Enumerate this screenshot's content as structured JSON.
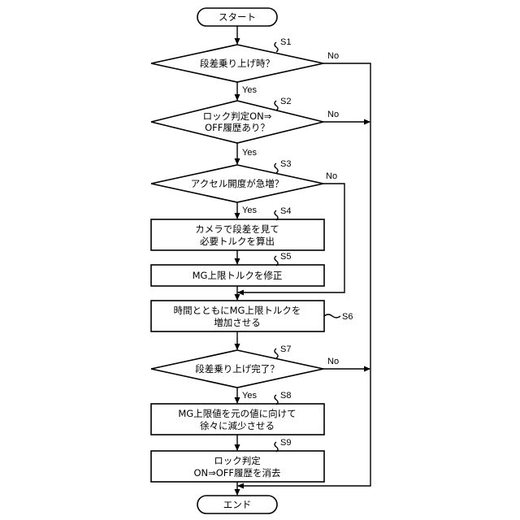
{
  "start": "スタート",
  "end": "エンド",
  "steps": {
    "s1": {
      "id": "S1",
      "lines": [
        "段差乗り上げ時？"
      ]
    },
    "s2": {
      "id": "S2",
      "lines": [
        "ロック判定ON⇒",
        "OFF履歴あり？"
      ]
    },
    "s3": {
      "id": "S3",
      "lines": [
        "アクセル開度が急増？"
      ]
    },
    "s4": {
      "id": "S4",
      "lines": [
        "カメラで段差を見て",
        "必要トルクを算出"
      ]
    },
    "s5": {
      "id": "S5",
      "lines": [
        "MG上限トルクを修正"
      ]
    },
    "s6": {
      "id": "S6",
      "lines": [
        "時間とともにMG上限トルクを",
        "増加させる"
      ]
    },
    "s7": {
      "id": "S7",
      "lines": [
        "段差乗り上げ完了？"
      ]
    },
    "s8": {
      "id": "S8",
      "lines": [
        "MG上限値を元の値に向けて",
        "徐々に減少させる"
      ]
    },
    "s9": {
      "id": "S9",
      "lines": [
        "ロック判定",
        "ON⇒OFF履歴を消去"
      ]
    }
  },
  "branch_labels": {
    "yes": "Yes",
    "no": "No"
  }
}
